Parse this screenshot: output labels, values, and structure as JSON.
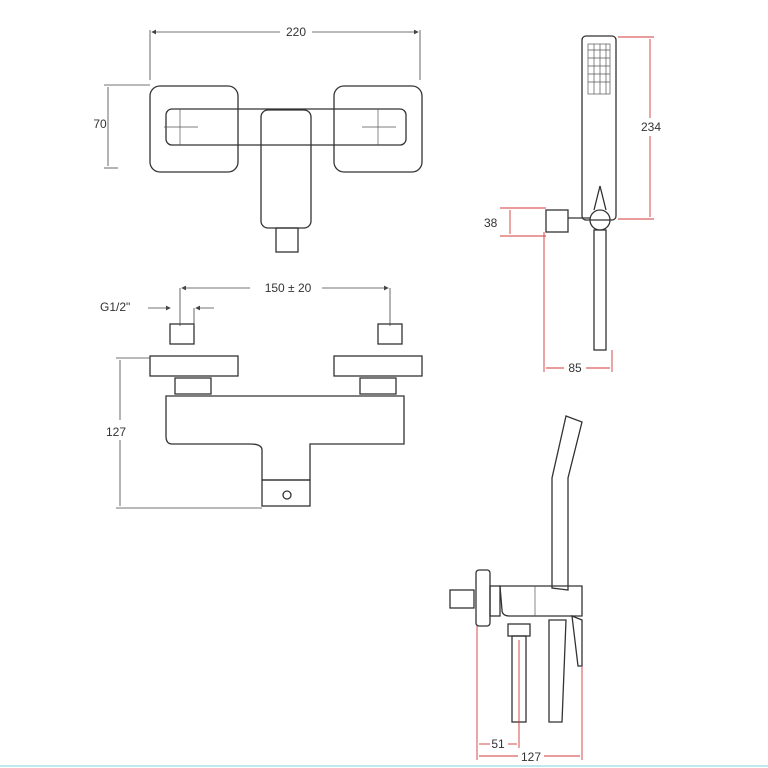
{
  "dimensions": {
    "front_width": "220",
    "front_height": "70",
    "handshower_length": "234",
    "holder_height": "38",
    "thread": "G1/2\"",
    "inlet_spacing": "150 ± 20",
    "body_height": "127",
    "holder_projection": "85",
    "side_outlet_offset": "51",
    "side_projection": "127"
  },
  "colors": {
    "line": "#333333",
    "dimension_red": "#d23a3a",
    "border": "#bfe8ef"
  }
}
